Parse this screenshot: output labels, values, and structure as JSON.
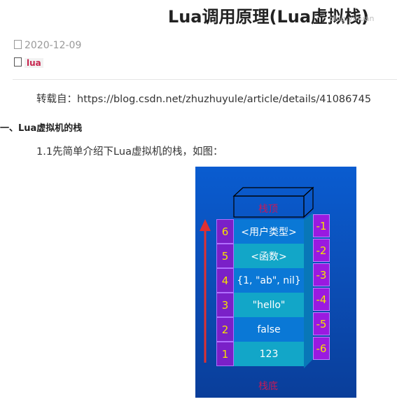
{
  "article": {
    "title": "Lua调用原理(Lua虚拟栈)",
    "watermark": "blog.yihuan",
    "date": "2020-12-09",
    "tag": "lua",
    "source": "转载自：https://blog.csdn.net/zhuzhuyule/article/details/41086745",
    "section_heading": "一、Lua虚拟机的栈",
    "intro": "1.1先简单介绍下Lua虚拟机的栈，如图："
  },
  "diagram": {
    "top_label": "栈顶",
    "bottom_label": "栈底",
    "cells": [
      "<用户类型>",
      "<函数>",
      "{1, \"ab\", nil}",
      "\"hello\"",
      "false",
      "123"
    ],
    "positive_indices": [
      "6",
      "5",
      "4",
      "3",
      "2",
      "1"
    ],
    "negative_indices": [
      "-1",
      "-2",
      "-3",
      "-4",
      "-5",
      "-6"
    ],
    "colors": {
      "cell_dark": "#0a78d6",
      "cell_light": "#12a6c8",
      "index_box": "#7a20c8",
      "index_text": "#f5e200",
      "arrow": "#e03030",
      "label": "#c21a5a"
    }
  }
}
